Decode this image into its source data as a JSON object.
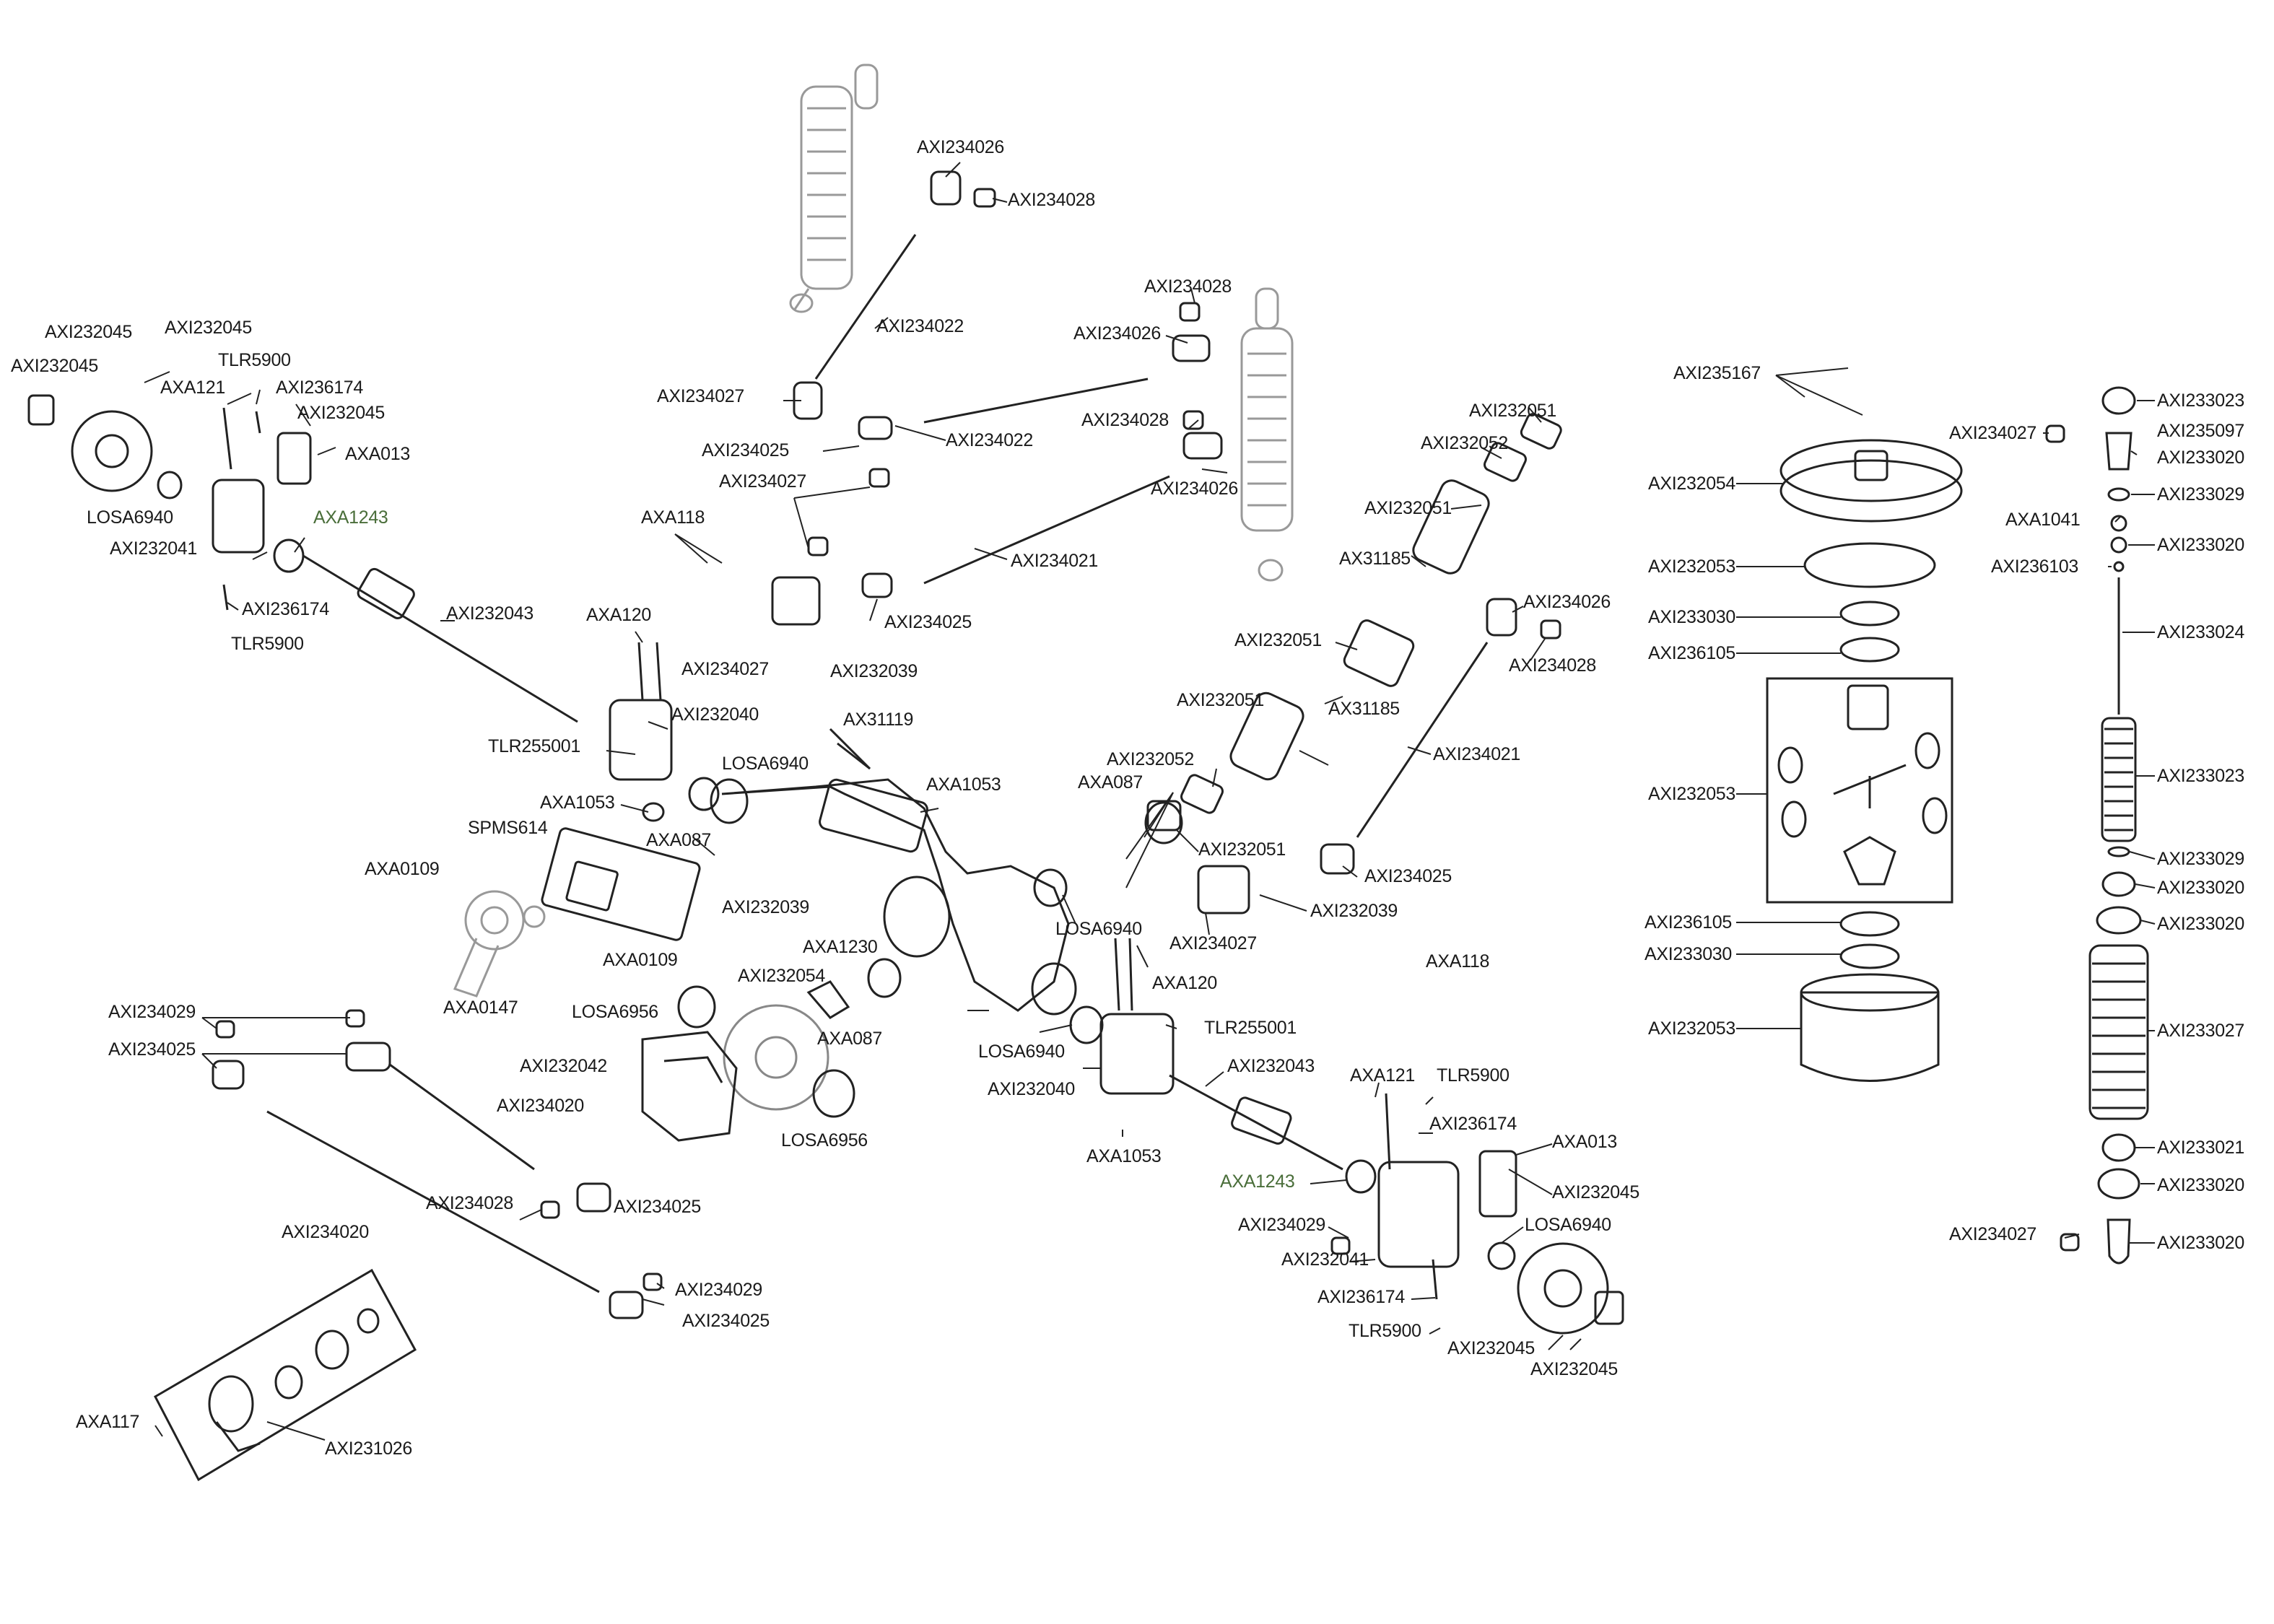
{
  "labels": [
    {
      "text": "AXI234026"
    },
    {
      "text": "AXI234028"
    },
    {
      "text": "AXI234022"
    },
    {
      "text": "AXI234028"
    },
    {
      "text": "AXI234026"
    },
    {
      "text": "AXI234027"
    },
    {
      "text": "AXI234025"
    },
    {
      "text": "AXI234022"
    },
    {
      "text": "AXI234028"
    },
    {
      "text": "AXI234026"
    },
    {
      "text": "AXI234027"
    },
    {
      "text": "AXI234021"
    },
    {
      "text": "AXI234025"
    },
    {
      "text": "AXI234027"
    },
    {
      "text": "AXI232039"
    },
    {
      "text": "AXA118"
    },
    {
      "text": "AXI232045"
    },
    {
      "text": "AXI232045"
    },
    {
      "text": "AXI232045"
    },
    {
      "text": "TLR5900"
    },
    {
      "text": "AXA121"
    },
    {
      "text": "AXI236174"
    },
    {
      "text": "AXI232045"
    },
    {
      "text": "AXA013"
    },
    {
      "text": "LOSA6940"
    },
    {
      "text": "AXA1243"
    },
    {
      "text": "AXI232041"
    },
    {
      "text": "AXI236174"
    },
    {
      "text": "TLR5900"
    },
    {
      "text": "AXI232043"
    },
    {
      "text": "AXA120"
    },
    {
      "text": "AXI232040"
    },
    {
      "text": "TLR255001"
    },
    {
      "text": "AX31119"
    },
    {
      "text": "LOSA6940"
    },
    {
      "text": "AXA1053"
    },
    {
      "text": "AXA1053"
    },
    {
      "text": "SPMS614"
    },
    {
      "text": "AXA087"
    },
    {
      "text": "AXI232039"
    },
    {
      "text": "AXA0109"
    },
    {
      "text": "AXA0109"
    },
    {
      "text": "AXA0147"
    },
    {
      "text": "AXA1230"
    },
    {
      "text": "AXI232054"
    },
    {
      "text": "LOSA6956"
    },
    {
      "text": "AXA087"
    },
    {
      "text": "AXI232042"
    },
    {
      "text": "LOSA6956"
    },
    {
      "text": "AXI234029"
    },
    {
      "text": "AXI234025"
    },
    {
      "text": "AXI234020"
    },
    {
      "text": "AXI234028"
    },
    {
      "text": "AXI234025"
    },
    {
      "text": "AXI234020"
    },
    {
      "text": "AXI234029"
    },
    {
      "text": "AXI234025"
    },
    {
      "text": "AXA117"
    },
    {
      "text": "AXI231026"
    },
    {
      "text": "AXI232051"
    },
    {
      "text": "AXI232052"
    },
    {
      "text": "AXI232051"
    },
    {
      "text": "AX31185"
    },
    {
      "text": "AXI232051"
    },
    {
      "text": "AXI232051"
    },
    {
      "text": "AX31185"
    },
    {
      "text": "AXI232052"
    },
    {
      "text": "AXA087"
    },
    {
      "text": "AXI232051"
    },
    {
      "text": "AXI234026"
    },
    {
      "text": "AXI234028"
    },
    {
      "text": "AXI234021"
    },
    {
      "text": "AXI234025"
    },
    {
      "text": "AXI232039"
    },
    {
      "text": "AXI234027"
    },
    {
      "text": "LOSA6940"
    },
    {
      "text": "AXA118"
    },
    {
      "text": "AXA120"
    },
    {
      "text": "TLR255001"
    },
    {
      "text": "LOSA6940"
    },
    {
      "text": "AXI232040"
    },
    {
      "text": "AXI232043"
    },
    {
      "text": "AXA1053"
    },
    {
      "text": "AXA121"
    },
    {
      "text": "TLR5900"
    },
    {
      "text": "AXI236174"
    },
    {
      "text": "AXA013"
    },
    {
      "text": "AXA1243"
    },
    {
      "text": "AXI232045"
    },
    {
      "text": "AXI234029"
    },
    {
      "text": "LOSA6940"
    },
    {
      "text": "AXI232041"
    },
    {
      "text": "AXI236174"
    },
    {
      "text": "TLR5900"
    },
    {
      "text": "AXI232045"
    },
    {
      "text": "AXI232045"
    },
    {
      "text": "AXI235167"
    },
    {
      "text": "AXI232054"
    },
    {
      "text": "AXI232053"
    },
    {
      "text": "AXI233030"
    },
    {
      "text": "AXI236105"
    },
    {
      "text": "AXI232053"
    },
    {
      "text": "AXI236105"
    },
    {
      "text": "AXI233030"
    },
    {
      "text": "AXI232053"
    },
    {
      "text": "AXI233023"
    },
    {
      "text": "AXI234027"
    },
    {
      "text": "AXI235097"
    },
    {
      "text": "AXI233020"
    },
    {
      "text": "AXI233029"
    },
    {
      "text": "AXA1041"
    },
    {
      "text": "AXI233020"
    },
    {
      "text": "AXI236103"
    },
    {
      "text": "AXI233024"
    },
    {
      "text": "AXI233023"
    },
    {
      "text": "AXI233029"
    },
    {
      "text": "AXI233020"
    },
    {
      "text": "AXI233020"
    },
    {
      "text": "AXI233027"
    },
    {
      "text": "AXI233021"
    },
    {
      "text": "AXI233020"
    },
    {
      "text": "AXI234027"
    },
    {
      "text": "AXI233020"
    }
  ]
}
